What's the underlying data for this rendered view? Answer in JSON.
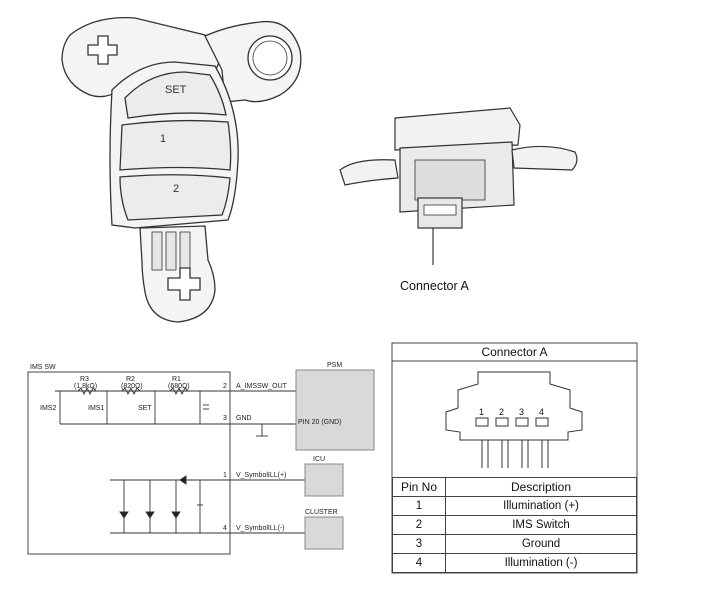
{
  "switch_labels": {
    "set": "SET",
    "mem1": "1",
    "mem2": "2"
  },
  "connector_view": {
    "caption": "Connector A"
  },
  "schematic": {
    "box_label": "IMS SW",
    "resistors": [
      {
        "name": "R3",
        "value": "(1.8kΩ)"
      },
      {
        "name": "R2",
        "value": "(820Ω)"
      },
      {
        "name": "R1",
        "value": "(680Ω)"
      }
    ],
    "switches": [
      "IMS2",
      "IMS1",
      "SET"
    ],
    "pins": [
      {
        "num": "2",
        "signal": "A_IMSSW_OUT"
      },
      {
        "num": "3",
        "signal": "GND"
      },
      {
        "num": "1",
        "signal": "V_SymbolILL(+)"
      },
      {
        "num": "4",
        "signal": "V_SymbolILL(-)"
      }
    ],
    "modules": {
      "psm": "PSM",
      "psm_pin": "PIN 20 (GND)",
      "icu": "ICU",
      "cluster": "CLUSTER"
    }
  },
  "connector_table": {
    "title": "Connector A",
    "pin_numbers_drawn": [
      "1",
      "2",
      "3",
      "4"
    ],
    "headers": {
      "pin": "Pin No",
      "desc": "Description"
    },
    "rows": [
      {
        "pin": "1",
        "desc": "Illumination (+)"
      },
      {
        "pin": "2",
        "desc": "IMS Switch"
      },
      {
        "pin": "3",
        "desc": "Ground"
      },
      {
        "pin": "4",
        "desc": "Illumination (-)"
      }
    ]
  }
}
